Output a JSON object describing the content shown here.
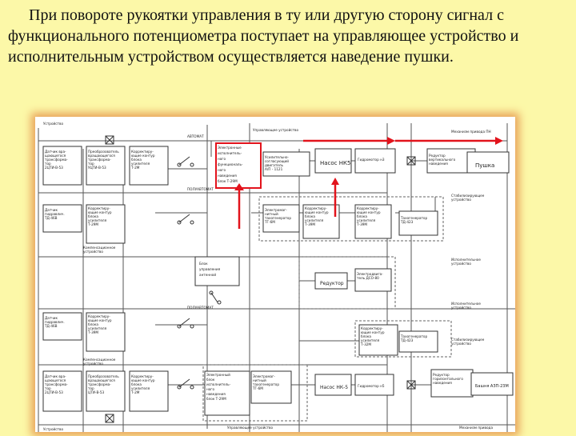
{
  "slide": {
    "paragraph": "При повороте рукоятки управления в ту или другую сторону сигнал с функционального потенциометра поступает на управляющее устройство и  исполнительным устройством осуществляется наведение пушки."
  },
  "diagram": {
    "top_left_label": "Устройство",
    "sensor_top": [
      "Датчик вра-",
      "щающегося",
      "трансформа-",
      "тор",
      "2ЦТИ-В-53"
    ],
    "converter_top": [
      "Преобразователь",
      "вращающегося",
      "трансформа-",
      "тор",
      "УЦТИ-В-53"
    ],
    "corrector_top": [
      "Корректиру-",
      "ющие контур",
      "блока",
      "усилителя",
      "Т-2М"
    ],
    "automat": "АВТОМАТ",
    "semiautomat": "ПОЛУАВТОМАТ",
    "electronic_block": [
      "Электронные",
      "исполнитель-",
      "ного",
      "функциональ-",
      "ного",
      "наведения",
      "блок Т-29М"
    ],
    "control_device_top": "Управляющее устройство",
    "amplifier_block": [
      "Усилительно-",
      "согласующий",
      "двигатель",
      "А/П - 1121"
    ],
    "pump_top": "Насос  НК5",
    "hydromotor_top": "Гидромотор н3",
    "gun_drive_label": "Механизм привода ПН",
    "gun_reducer": [
      "Редуктор",
      "вертикального",
      "наведения"
    ],
    "gun": "Пушка",
    "sensor_mid": [
      "Датчик",
      "гидравлич.",
      "ТД-46В"
    ],
    "corrector_mid": [
      "Корректиру-",
      "ющие контур",
      "блока",
      "усилителя",
      "Т-29М"
    ],
    "compensation_label": [
      "Компенсационное",
      "устройство"
    ],
    "control_block": [
      "Блок",
      "управления",
      "антенной"
    ],
    "semiautomat2": "ПОЛУАВТОМАТ",
    "electromagnet_block": [
      "Электромаг-",
      "нитный",
      "тахогенератор",
      "ТГ-6М"
    ],
    "corrector_mid2": [
      "Корректиру-",
      "ющие контур",
      "блока",
      "усилителя",
      "Т-39М"
    ],
    "corrector_mid3": [
      "Корректиру-",
      "ющие контур",
      "блока",
      "усилителя",
      "Т-39М"
    ],
    "tachogenerator_right": [
      "Тахогенератор",
      "ТД-423"
    ],
    "stabilizing_label": [
      "Стабилизирующее",
      "устройство"
    ],
    "executive_label": [
      "Исполнительное",
      "устройство"
    ],
    "reducer": "Редуктор",
    "electromotor": [
      "Электродвига-",
      "тель ДСО-80"
    ],
    "sensor_low": [
      "Датчик",
      "гидравлич.",
      "ТД-46В"
    ],
    "corrector_low": [
      "Корректиру-",
      "ющие контур",
      "блока",
      "усилителя",
      "Т-39М"
    ],
    "corrector_right_low": [
      "Корректиру-",
      "ющие контур",
      "блока",
      "усилителя",
      "Т-32М"
    ],
    "tachogen_low": [
      "Тахогенератор",
      "ТД-423"
    ],
    "compensation_low": [
      "Компенсационное",
      "устройство"
    ],
    "executive_low": [
      "Исполнительное",
      "устройство"
    ],
    "stabilizing_low": [
      "Стабилизирующее",
      "устройство"
    ],
    "sensor_bottom": [
      "Датчик вра-",
      "щающегося",
      "трансформа-",
      "тор",
      "2ЦТИ-В-53"
    ],
    "converter_bottom": [
      "Преобразователь",
      "вращающегося",
      "трансформа-",
      "тор",
      "ЦТИ-В-53"
    ],
    "corrector_bottom": [
      "Корректиру-",
      "ющие контур",
      "блока",
      "усилителя",
      "Т-2М"
    ],
    "electronic_bottom": [
      "Электронный",
      "блок",
      "исполнитель-",
      "ного",
      "наведения",
      "блок Т-29М"
    ],
    "electromag_bottom": [
      "Электромаг-",
      "нитный",
      "тахогенератор",
      "ТГ-6М"
    ],
    "pump_bottom": "Насос  НК-5",
    "hydromotor_bottom": "Гидромотор н5",
    "reducer_bottom": [
      "Редуктор",
      "горизонтального",
      "наведения"
    ],
    "turret": "Башня АЗП-23М",
    "bottom_left_label": "Устройство",
    "control_device_bottom": "Управляющее устройство",
    "bottom_right_label": "Механизм привода"
  }
}
